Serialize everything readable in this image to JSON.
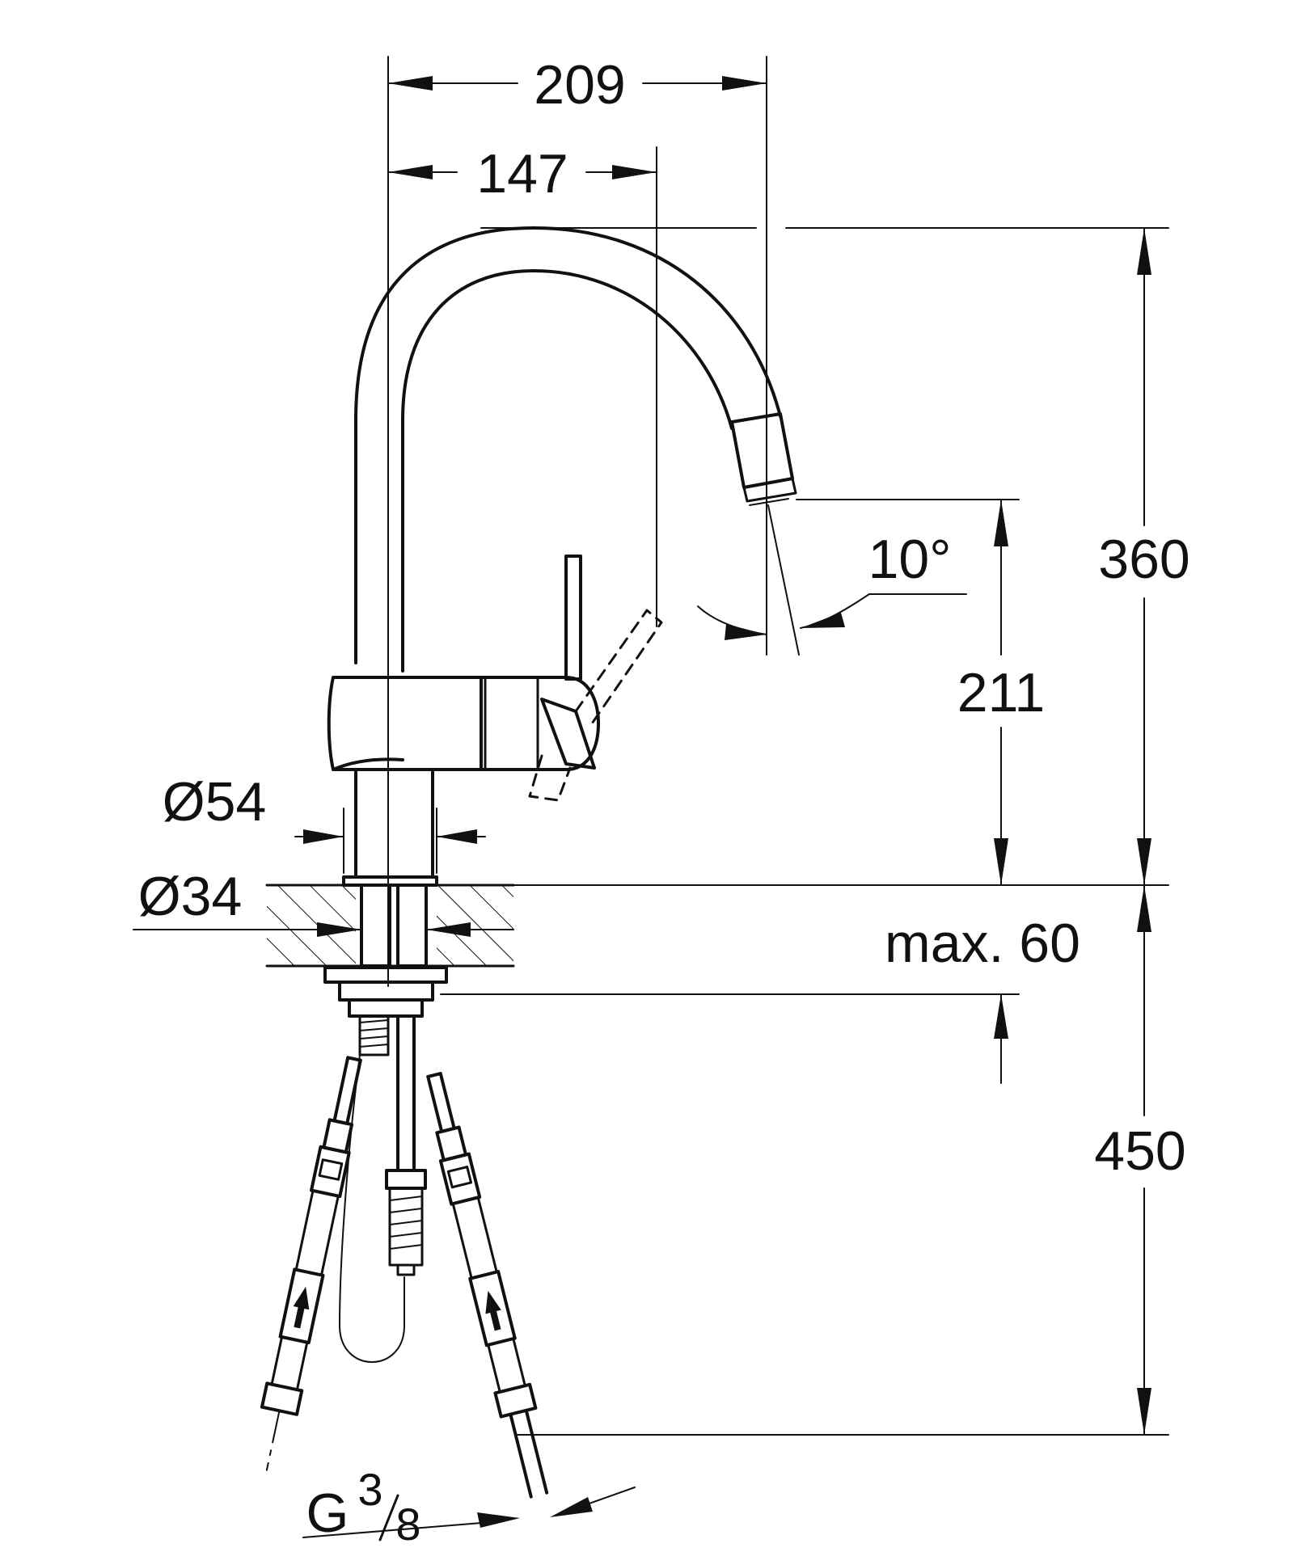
{
  "dimensions": {
    "total_reach": "209",
    "spout_reach": "147",
    "total_height": "360",
    "outlet_height": "211",
    "spray_angle": "10°",
    "base_diameter": "Ø54",
    "mount_hole_diameter": "Ø34",
    "max_counter_thickness": "max. 60",
    "hose_length": "450",
    "thread_prefix": "G",
    "thread_num": "3",
    "thread_den": "8"
  },
  "colors": {
    "line": "#111111",
    "background": "#ffffff"
  }
}
